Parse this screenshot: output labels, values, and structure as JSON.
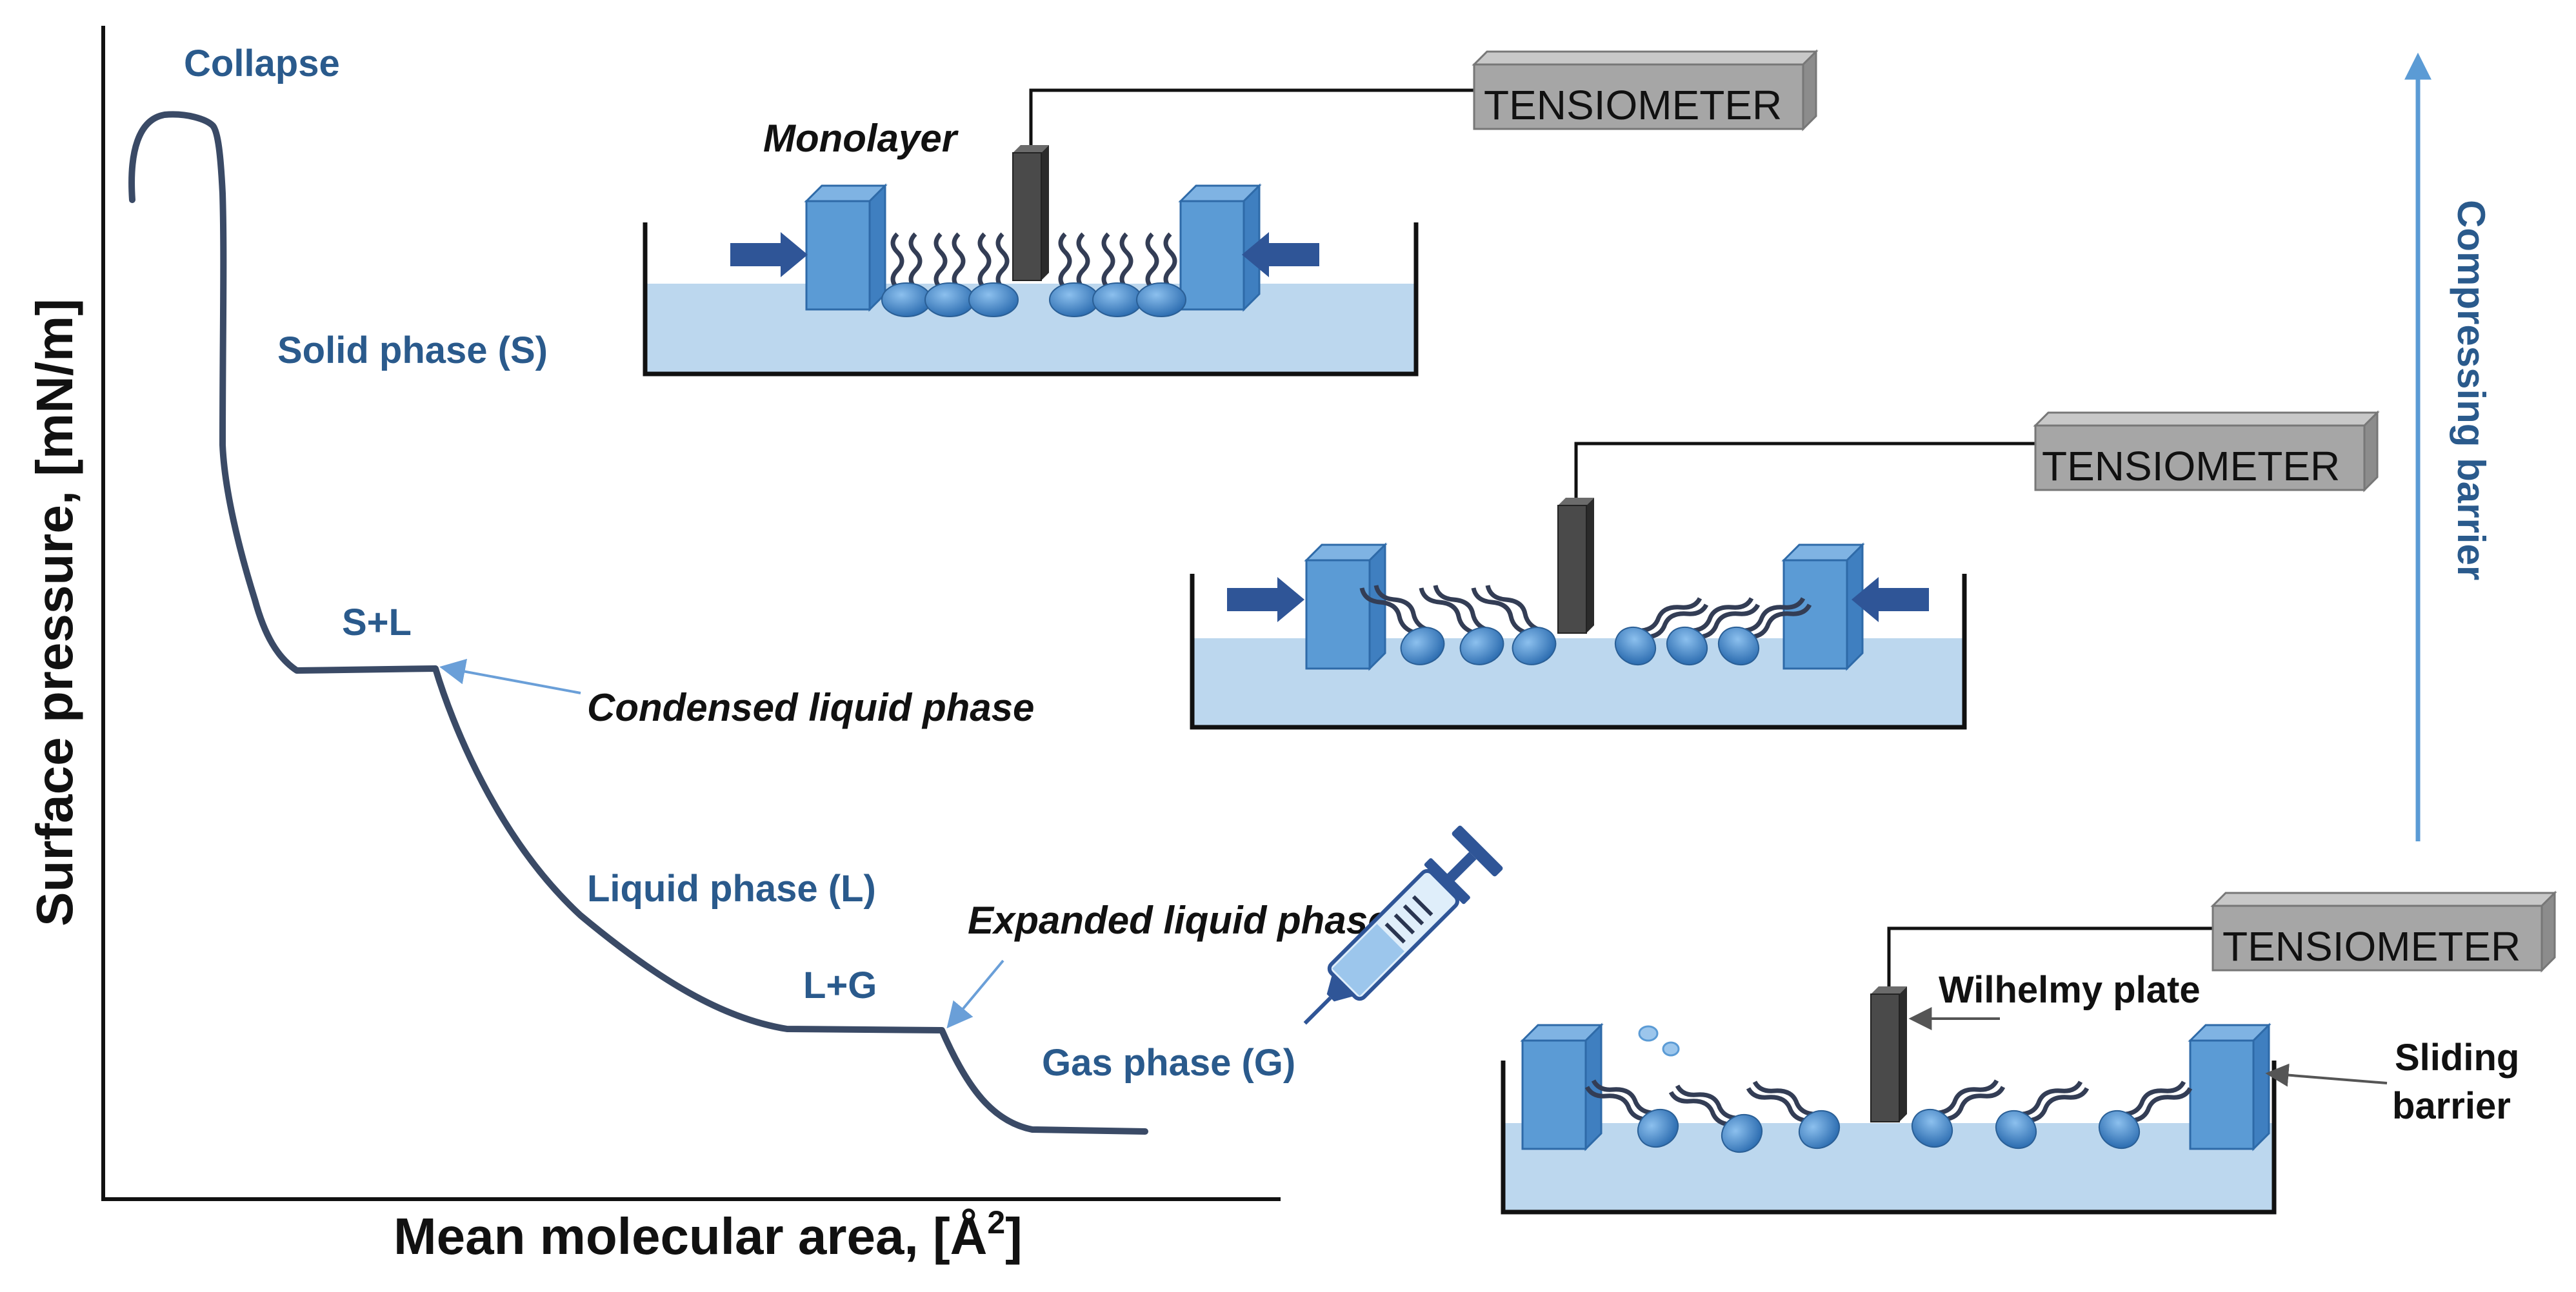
{
  "axes": {
    "x_label": "Mean molecular area, [Å",
    "x_label_sup": "2",
    "x_label_end": "]",
    "y_label": "Surface pressure, [mN/m]"
  },
  "phase_labels": {
    "collapse": "Collapse",
    "solid": "Solid phase (S)",
    "s_plus_l": "S+L",
    "condensed": "Condensed liquid phase",
    "liquid": "Liquid phase (L)",
    "expanded": "Expanded liquid phase",
    "l_plus_g": "L+G",
    "gas": "Gas phase (G)"
  },
  "apparatus": {
    "tensiometer_label": "TENSIOMETER",
    "monolayer_label": "Monolayer",
    "wilhelmy_label": "Wilhelmy plate",
    "sliding_label_1": "Sliding",
    "sliding_label_2": "barrier",
    "compressing_label": "Compressing barrier"
  },
  "colors": {
    "curve": "#3a4a66",
    "phase_text": "#2a5a8c",
    "water": "#bcd7ee",
    "barrier": "#5b9bd5",
    "molecule": "#4a8fd0",
    "arrow": "#2f5597",
    "compress_arrow": "#5b9bd5",
    "tensiometer": "#a6a6a6",
    "plate": "#404040"
  }
}
